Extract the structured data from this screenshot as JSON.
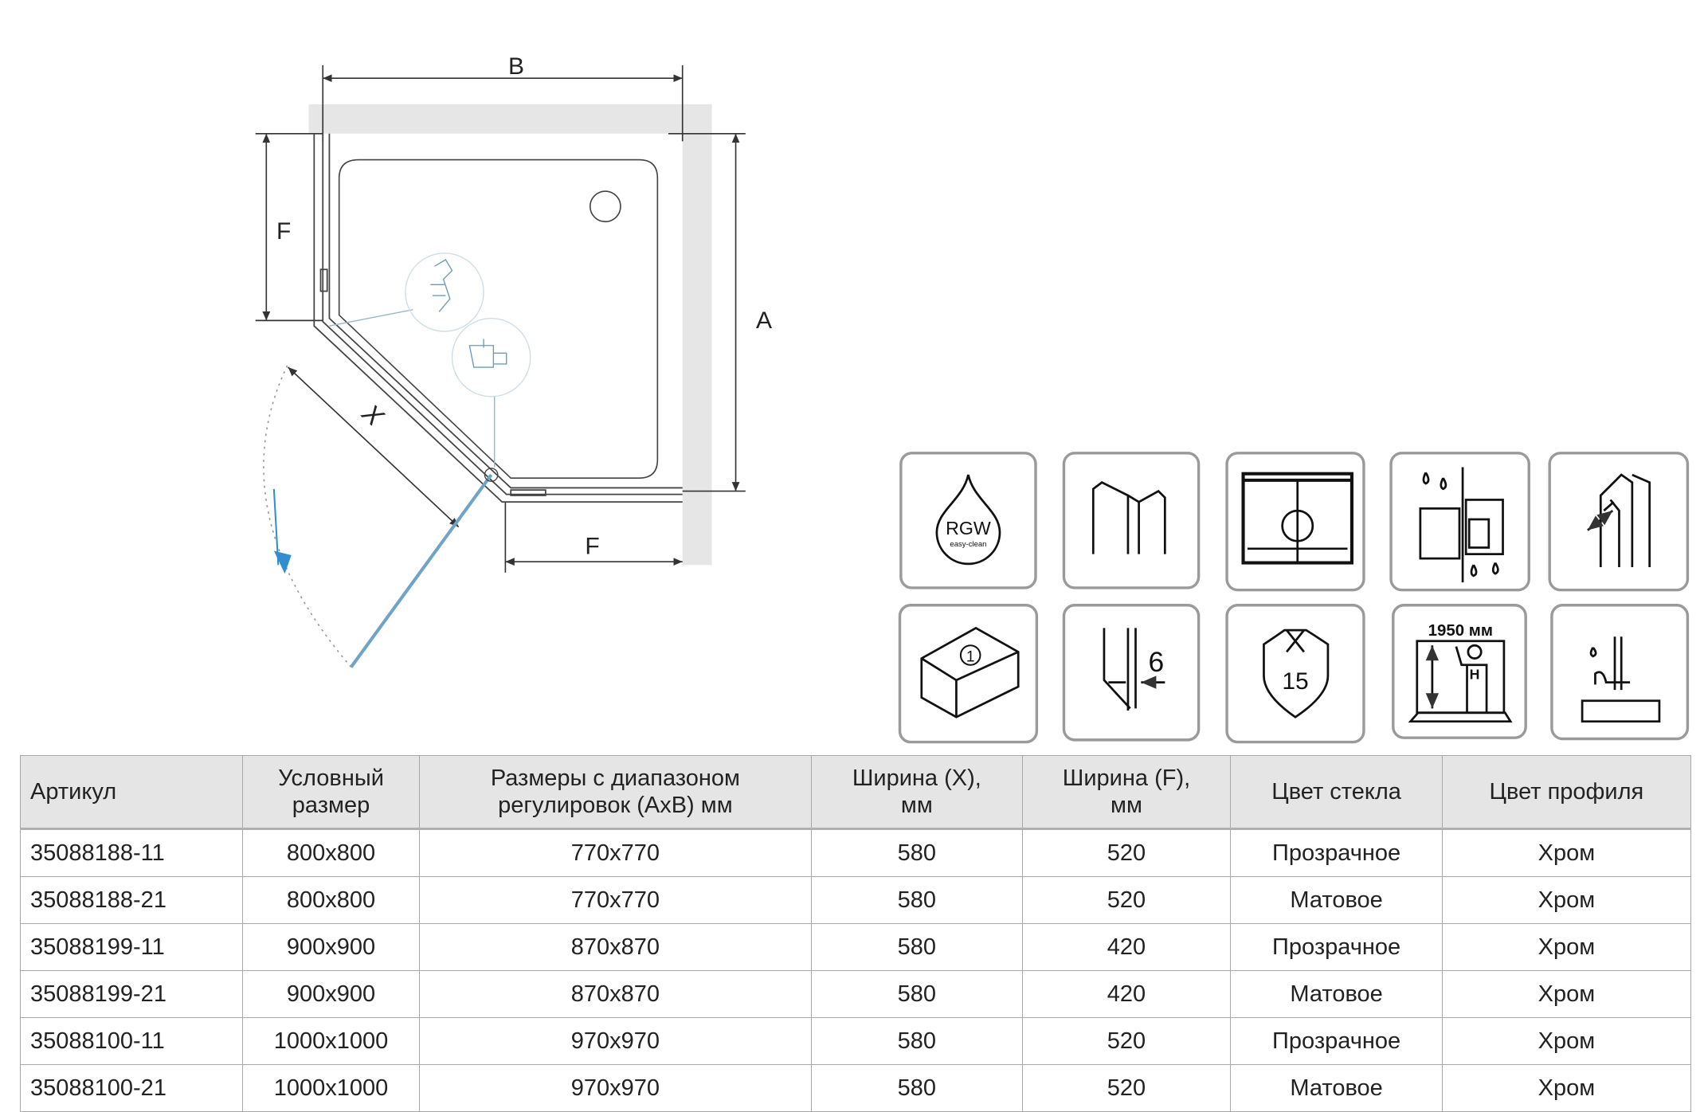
{
  "diagram": {
    "dim_b": "B",
    "dim_a": "A",
    "dim_f_left": "F",
    "dim_f_bottom": "F",
    "dim_x": "X"
  },
  "icons": {
    "rgw": "RGW",
    "easy_clean": "easy-clean",
    "package_number": "1",
    "glass_thickness": "6",
    "warranty_years": "15",
    "height": "1950 мм",
    "height_letter": "H"
  },
  "table": {
    "headers": [
      [
        "Артикул"
      ],
      [
        "Условный",
        "размер"
      ],
      [
        "Размеры с диапазоном",
        "регулировок (АxВ) мм"
      ],
      [
        "Ширина (X),",
        "мм"
      ],
      [
        "Ширина (F),",
        "мм"
      ],
      [
        "Цвет стекла"
      ],
      [
        "Цвет профиля"
      ]
    ],
    "rows": [
      [
        "35088188-11",
        "800x800",
        "770x770",
        "580",
        "520",
        "Прозрачное",
        "Хром"
      ],
      [
        "35088188-21",
        "800x800",
        "770x770",
        "580",
        "520",
        "Матовое",
        "Хром"
      ],
      [
        "35088199-11",
        "900x900",
        "870x870",
        "580",
        "420",
        "Прозрачное",
        "Хром"
      ],
      [
        "35088199-21",
        "900x900",
        "870x870",
        "580",
        "420",
        "Матовое",
        "Хром"
      ],
      [
        "35088100-11",
        "1000x1000",
        "970x970",
        "580",
        "520",
        "Прозрачное",
        "Хром"
      ],
      [
        "35088100-21",
        "1000x1000",
        "970x970",
        "580",
        "520",
        "Матовое",
        "Хром"
      ]
    ]
  },
  "colors": {
    "wall": "#e6e6e6",
    "accent_blue": "#2f8fd0",
    "line": "#333333"
  }
}
